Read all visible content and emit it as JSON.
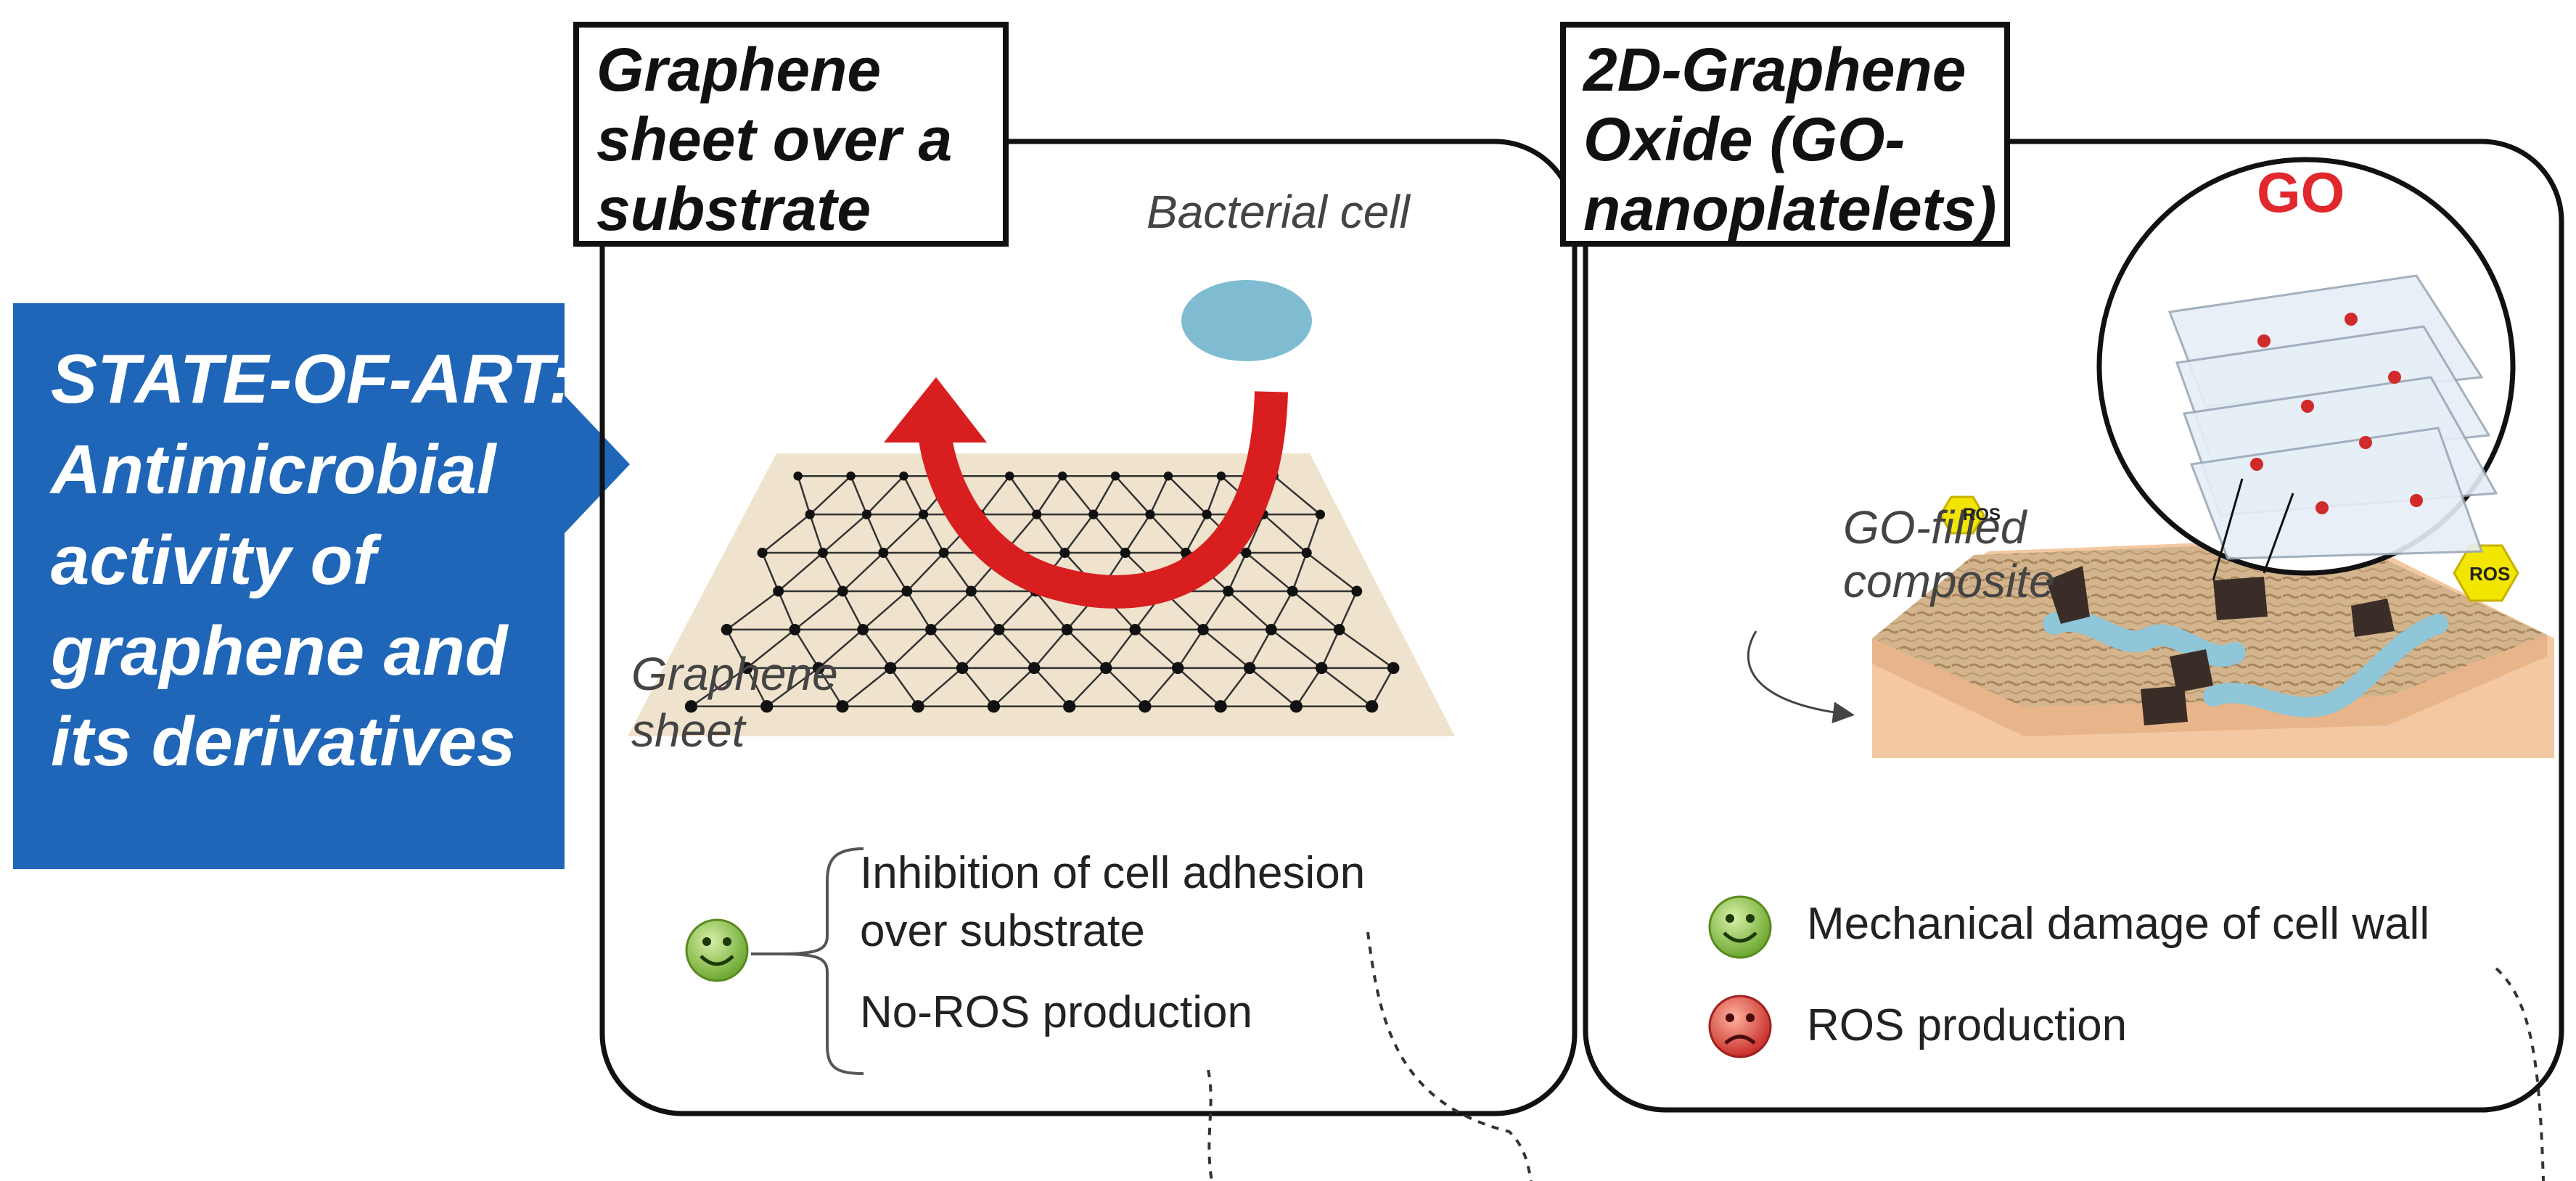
{
  "state_of_art": {
    "lines": [
      "STATE-OF-ART:",
      "Antimicrobial",
      "activity of",
      "graphene and",
      "its derivatives"
    ]
  },
  "panel_graphene": {
    "title_lines": [
      "Graphene",
      "sheet over a",
      "substrate"
    ],
    "bacterial_cell_label": "Bacterial cell",
    "graphene_sheet_label_lines": [
      "Graphene",
      "sheet"
    ],
    "effects": [
      "Inhibition of cell adhesion",
      "over substrate",
      "No-ROS production"
    ]
  },
  "panel_go": {
    "title_lines": [
      "2D-Graphene",
      "Oxide (GO-",
      "nanoplatelets)"
    ],
    "go_label": "GO",
    "composite_label_lines": [
      "GO-filled",
      "composite"
    ],
    "ros_label": "ROS",
    "effects": [
      "Mechanical damage of cell wall",
      "ROS production"
    ]
  },
  "colors": {
    "state_box": "#1f66b8",
    "arrow_red": "#d81e1e",
    "go_red": "#e0282d",
    "bacteria": "#7fbcd2",
    "sheet": "#efe3cd",
    "smiley_green": "#8dc63f",
    "frown_red": "#e04a3a",
    "ros_yellow": "#f2e500"
  }
}
